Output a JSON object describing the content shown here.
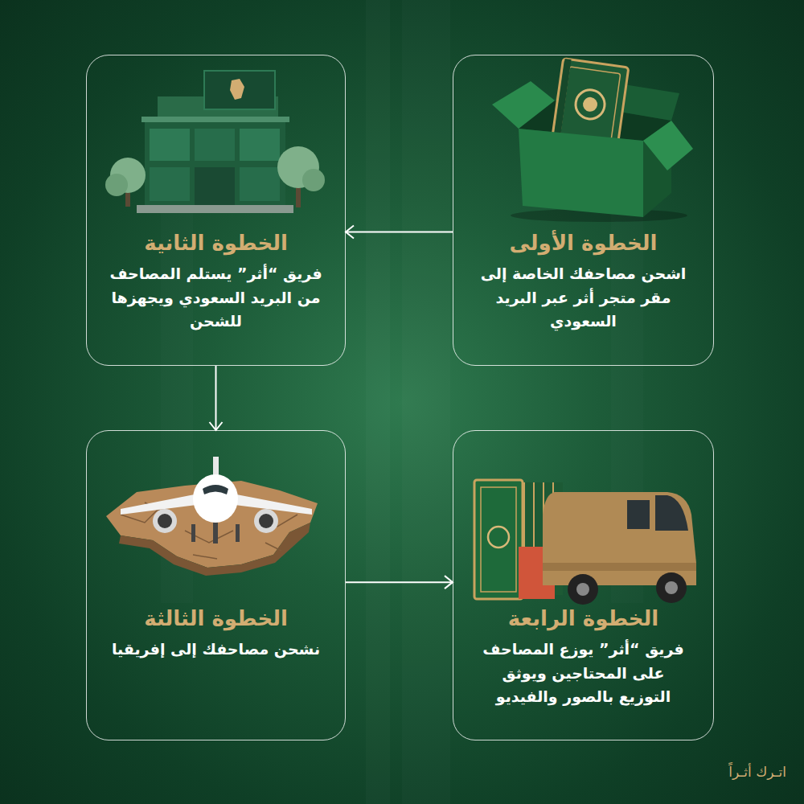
{
  "diagram": {
    "nodes": [
      {
        "text": [
          "الخطوة الأولى",
          "اشحن مصاحفك الخاصة إلى مقر متجر أثر عبر البريد السعودي"
        ]
      },
      {
        "text": [
          "الخطوة الثانية",
          "فريق “أثر” يستلم المصاحف من البريد السعودي ويجهزها للشحن"
        ]
      },
      {
        "text": [
          "الخطوة الثالثة",
          "نشحن مصاحفك إلى إفريقيا"
        ]
      },
      {
        "text": [
          "الخطوة الرابعة",
          "فريق “أثر” يوزع المصاحف على المحتاجين ويوثق التوزيع بالصور والفيديو"
        ]
      }
    ],
    "edges": [
      {
        "from": 0,
        "to": 1,
        "arrow": "to"
      },
      {
        "from": 1,
        "to": 2,
        "arrow": "to"
      },
      {
        "from": 2,
        "to": 3,
        "arrow": "to"
      }
    ],
    "labels": [
      "اتـرك أثـراً"
    ]
  }
}
